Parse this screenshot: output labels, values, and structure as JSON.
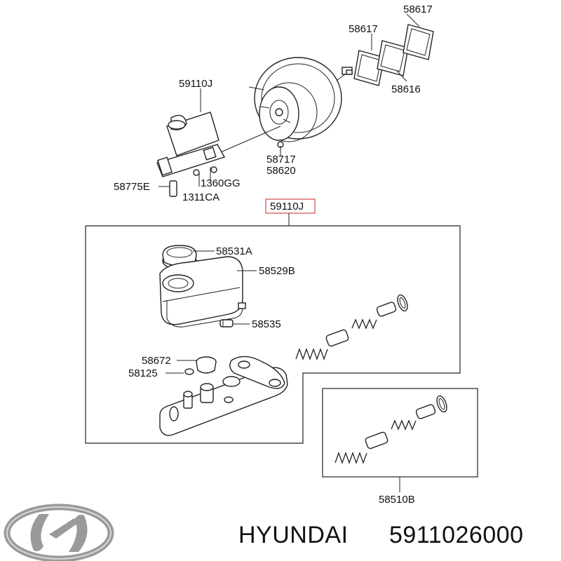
{
  "labels": {
    "gasket_top": "58617",
    "gasket_mid": "58617",
    "gasket_plate": "58616",
    "cylinder_top": "59110J",
    "nut": "58717",
    "nut_sub": "58620",
    "bleeder": "58775E",
    "bolt_gg": "1360GG",
    "bolt_ca": "1311CA",
    "callout": "59110J",
    "cap": "58531A",
    "reservoir": "58529B",
    "seal": "58535",
    "grommet": "58672",
    "plug": "58125",
    "kit": "58510B"
  },
  "brand": {
    "name": "HYUNDAI",
    "part_number": "5911026000"
  },
  "colors": {
    "callout_border": "#d24a4a",
    "line": "#222222",
    "logo": "#9a9a9a"
  }
}
